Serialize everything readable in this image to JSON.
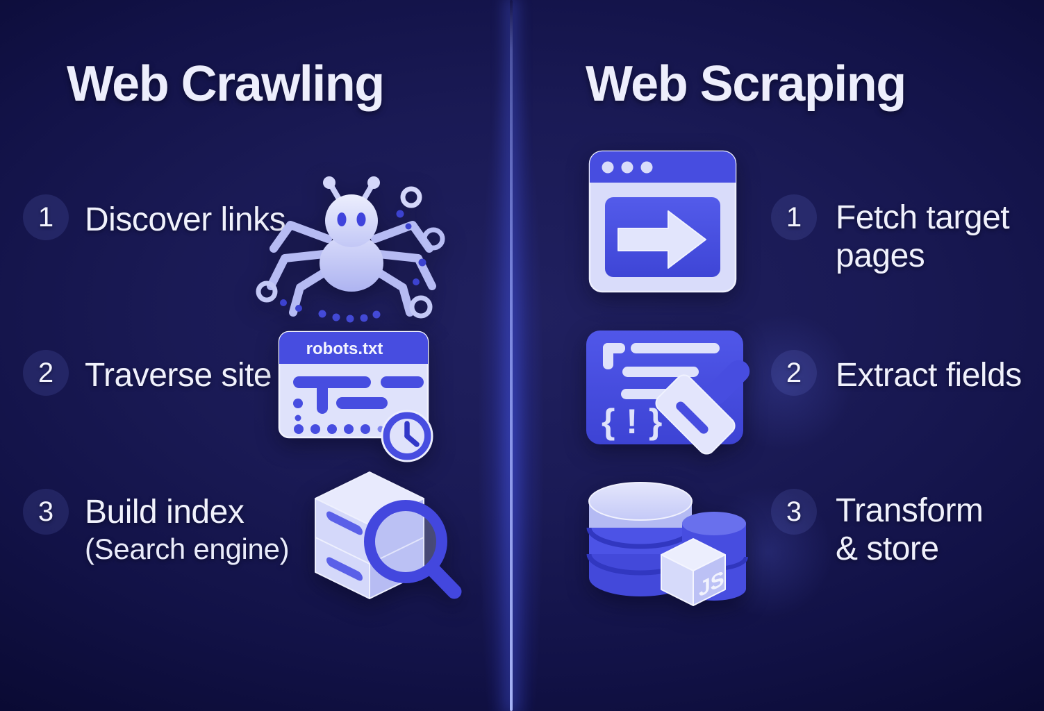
{
  "columns": {
    "left": {
      "title": "Web Crawling",
      "steps": [
        {
          "num": "1",
          "label": "Discover links",
          "label2": ""
        },
        {
          "num": "2",
          "label": "Traverse site",
          "label2": ""
        },
        {
          "num": "3",
          "label": "Build index",
          "label2": "(Search engine)"
        }
      ],
      "robots_label": "robots.txt"
    },
    "right": {
      "title": "Web Scraping",
      "steps": [
        {
          "num": "1",
          "label": "Fetch target",
          "label2": "pages"
        },
        {
          "num": "2",
          "label": "Extract fields",
          "label2": ""
        },
        {
          "num": "3",
          "label": "Transform",
          "label2": "& store"
        }
      ],
      "code_glyph": "{ ! }",
      "js_label": "JS"
    }
  },
  "icons": {
    "left_step1": "spider-bug-icon",
    "left_step2": "robots-txt-sitemap-clock-icon",
    "left_step3": "database-search-icon",
    "right_step1": "browser-forward-arrow-icon",
    "right_step2": "code-card-scraper-icon",
    "right_step3": "database-js-cube-icon"
  },
  "colors": {
    "background_center": "#1e1e5c",
    "background_edge": "#0a0a33",
    "accent_blue": "#474de0",
    "dark_blue": "#3238c4",
    "light_lavender": "#dfe2fb",
    "mid_lavender": "#b6bbf3",
    "text": "#f0f1fc",
    "divider_glow": "#5a6cf0"
  }
}
